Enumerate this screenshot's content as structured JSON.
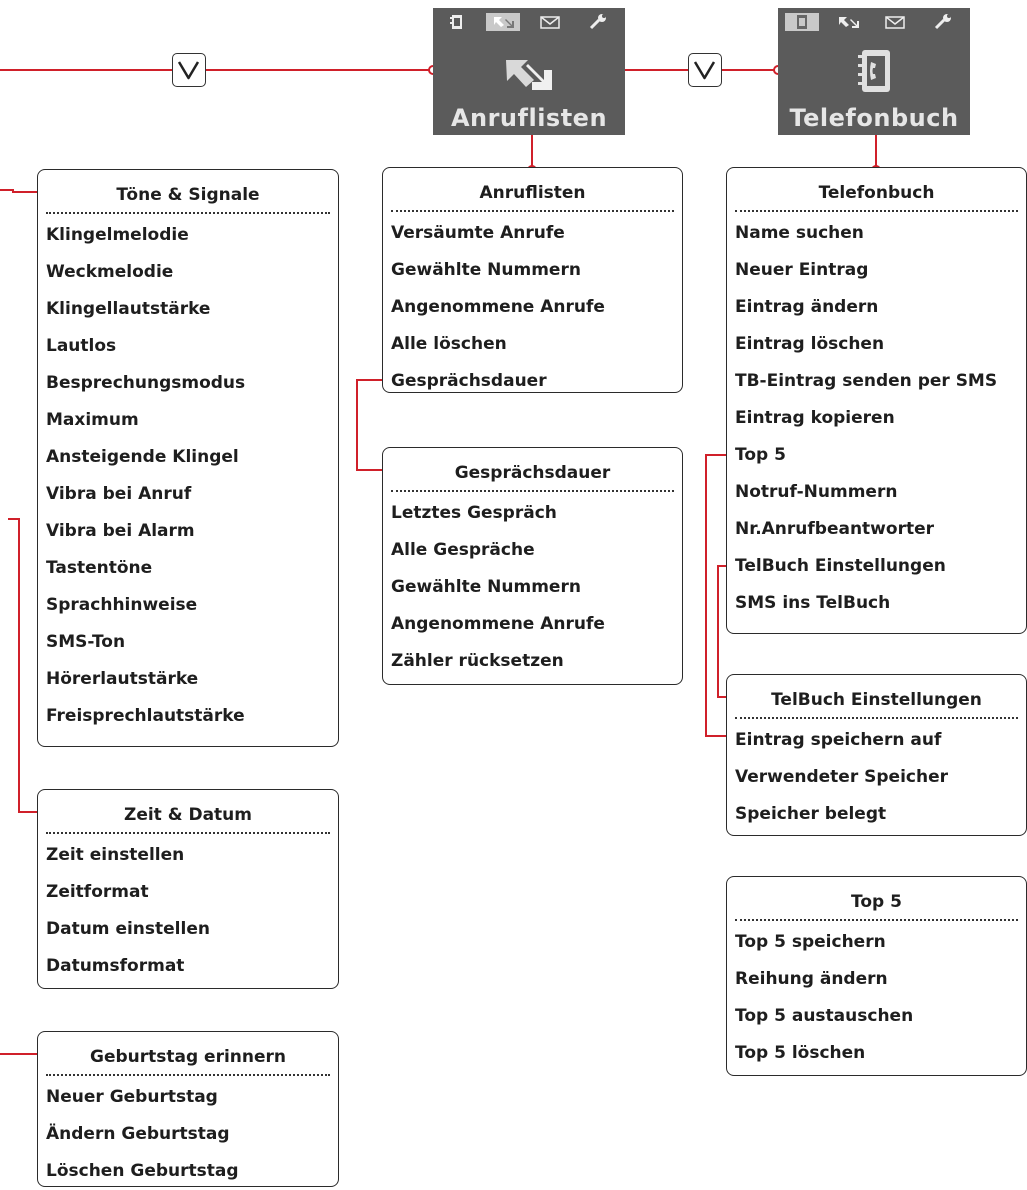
{
  "screens": {
    "anruflisten": {
      "label": "Anruflisten",
      "active_tab": 1,
      "tab_icons": [
        "phonebook-icon",
        "call-list-icon",
        "envelope-icon",
        "wrench-icon"
      ]
    },
    "telefonbuch": {
      "label": "Telefonbuch",
      "active_tab": 0,
      "tab_icons": [
        "phonebook-icon",
        "call-list-icon",
        "envelope-icon",
        "wrench-icon"
      ]
    }
  },
  "nav_buttons": [
    {
      "icon": "chevron-down-icon"
    },
    {
      "icon": "chevron-down-icon"
    }
  ],
  "accent_color": "#d0202a",
  "menus": {
    "toene": {
      "title": "Töne & Signale",
      "items": [
        "Klingelmelodie",
        "Weckmelodie",
        "Klingellautstärke",
        "Lautlos",
        "Besprechungsmodus",
        "Maximum",
        "Ansteigende Klingel",
        "Vibra bei Anruf",
        "Vibra bei Alarm",
        "Tastentöne",
        "Sprachhinweise",
        "SMS-Ton",
        "Hörerlautstärke",
        "Freisprechlautstärke"
      ]
    },
    "zeit": {
      "title": "Zeit & Datum",
      "items": [
        "Zeit einstellen",
        "Zeitformat",
        "Datum einstellen",
        "Datumsformat"
      ]
    },
    "geburtstag": {
      "title": "Geburtstag erinnern",
      "items": [
        "Neuer Geburtstag",
        "Ändern Geburtstag",
        "Löschen Geburtstag"
      ]
    },
    "anruflisten": {
      "title": "Anruflisten",
      "items": [
        "Versäumte Anrufe",
        "Gewählte Nummern",
        "Angenommene Anrufe",
        "Alle löschen",
        "Gesprächsdauer"
      ]
    },
    "gespraechsdauer": {
      "title": "Gesprächsdauer",
      "items": [
        "Letztes Gespräch",
        "Alle Gespräche",
        "Gewählte Nummern",
        "Angenommene Anrufe",
        "Zähler rücksetzen"
      ]
    },
    "telefonbuch": {
      "title": "Telefonbuch",
      "items": [
        "Name suchen",
        "Neuer Eintrag",
        "Eintrag ändern",
        "Eintrag löschen",
        "TB-Eintrag senden per SMS",
        "Eintrag kopieren",
        "Top 5",
        "Notruf-Nummern",
        "Nr.Anrufbeantworter",
        "TelBuch Einstellungen",
        "SMS ins TelBuch"
      ]
    },
    "telbuch_einst": {
      "title": "TelBuch Einstellungen",
      "items": [
        "Eintrag speichern auf",
        "Verwendeter Speicher",
        "Speicher belegt"
      ]
    },
    "top5": {
      "title": "Top 5",
      "items": [
        "Top 5 speichern",
        "Reihung ändern",
        "Top 5 austauschen",
        "Top 5 löschen"
      ]
    }
  }
}
